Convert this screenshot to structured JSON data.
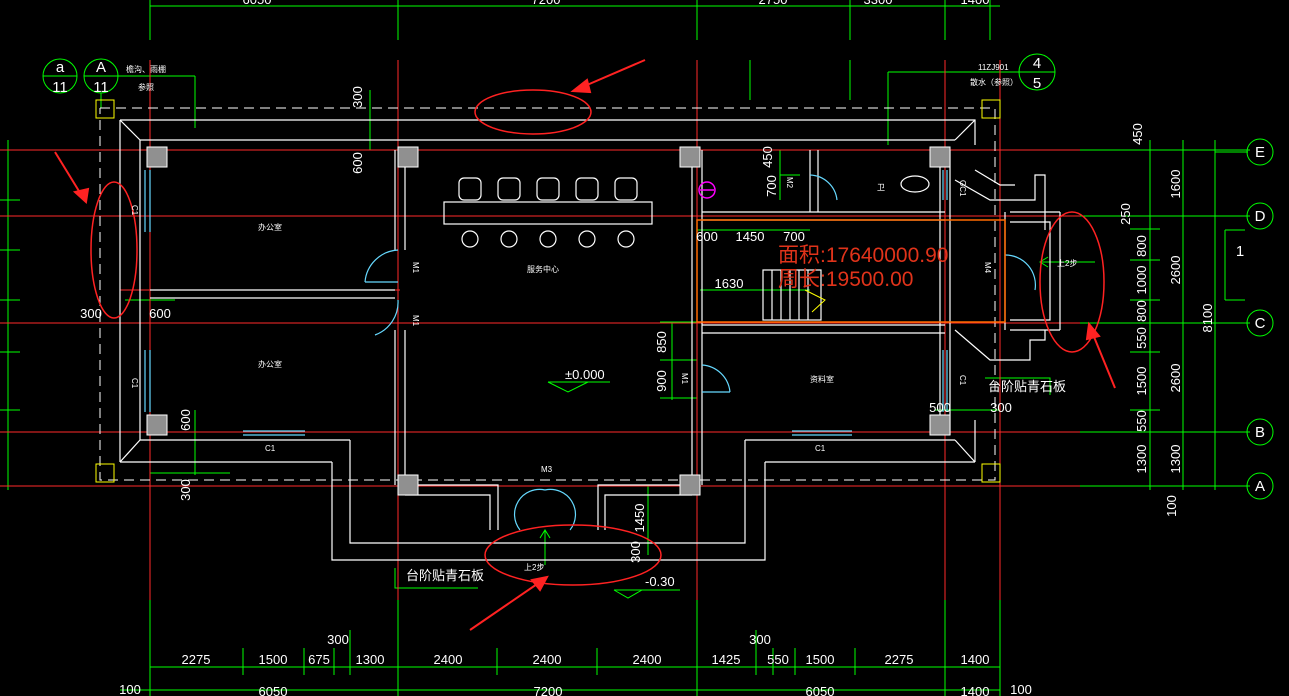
{
  "colors": {
    "background": "#000000",
    "dim_line": "#00ff00",
    "axis_line": "#ff2a2a",
    "wall": "#ffffff",
    "window": "#66d9ff",
    "highlight": "#ff6a00",
    "annotation": "#ff2222",
    "area_text": "#e0331a",
    "fixture": "#ff00ff"
  },
  "dimensions": {
    "top": [
      "6050",
      "7200",
      "2750",
      "3300",
      "1400"
    ],
    "bottom_row1": [
      "2275",
      "1500",
      "675",
      "1300",
      "2400",
      "2400",
      "2400",
      "1425",
      "550",
      "1500",
      "2275",
      "1400"
    ],
    "bottom_row2": [
      "100",
      "6050",
      "7200",
      "6050",
      "1400",
      "100"
    ],
    "bottom_extra": [
      "300",
      "300"
    ],
    "right_inner": [
      "450",
      "1600",
      "2600",
      "2600",
      "1300"
    ],
    "right_mid": [
      "250",
      "800",
      "1000",
      "800",
      "550",
      "1500",
      "550",
      "1300"
    ],
    "right_outer": [
      "8100",
      "100"
    ],
    "interior": {
      "d300_top": "300",
      "d600_a": "600",
      "d300_left": "300",
      "d600_b": "600",
      "d600_c": "600",
      "d300_bottom": "300",
      "d450": "450",
      "d700_a": "700",
      "d600_d": "600",
      "d1450_a": "1450",
      "d700_b": "700",
      "d1630": "1630",
      "d850": "850",
      "d900": "900",
      "d500": "500",
      "d300_right": "300",
      "d1450_b": "1450",
      "d300_c": "300"
    }
  },
  "axes": {
    "right": [
      "E",
      "D",
      "C",
      "B",
      "A"
    ],
    "left_top": {
      "a_top": "a",
      "a_bottom": "11",
      "b_top": "A",
      "b_bottom": "11"
    },
    "right_top": {
      "top": "4",
      "bottom": "5"
    },
    "section_label": "1"
  },
  "labels": {
    "title_text_left": "檐沟、雨棚",
    "title_text_left2": "参照",
    "ref_code": "11ZJ901",
    "ref_sub": "散水（参照）",
    "office_1": "办公室",
    "office_2": "办公室",
    "service_center": "服务中心",
    "reading_room": "资料室",
    "elevation_0": "±0.000",
    "elevation_minus": "-0.30",
    "door_m1_a": "M1",
    "door_m1_b": "M1",
    "door_m1_c": "M1",
    "door_m2": "M2",
    "door_m3": "M3",
    "door_m4": "M4",
    "window_c1_a": "C1",
    "window_c1_b": "C1",
    "window_c1_c": "C1",
    "window_c1_d": "C1",
    "window_c1_e": "C1",
    "window_gc1": "GC1",
    "wc": "卫",
    "step_label_a": "台阶贴青石板",
    "step_label_b": "台阶贴青石板",
    "up_1": "上2步",
    "up_2": "上2步"
  },
  "measure": {
    "area": "面积:17640000.90",
    "perimeter": "周长:19500.00"
  }
}
